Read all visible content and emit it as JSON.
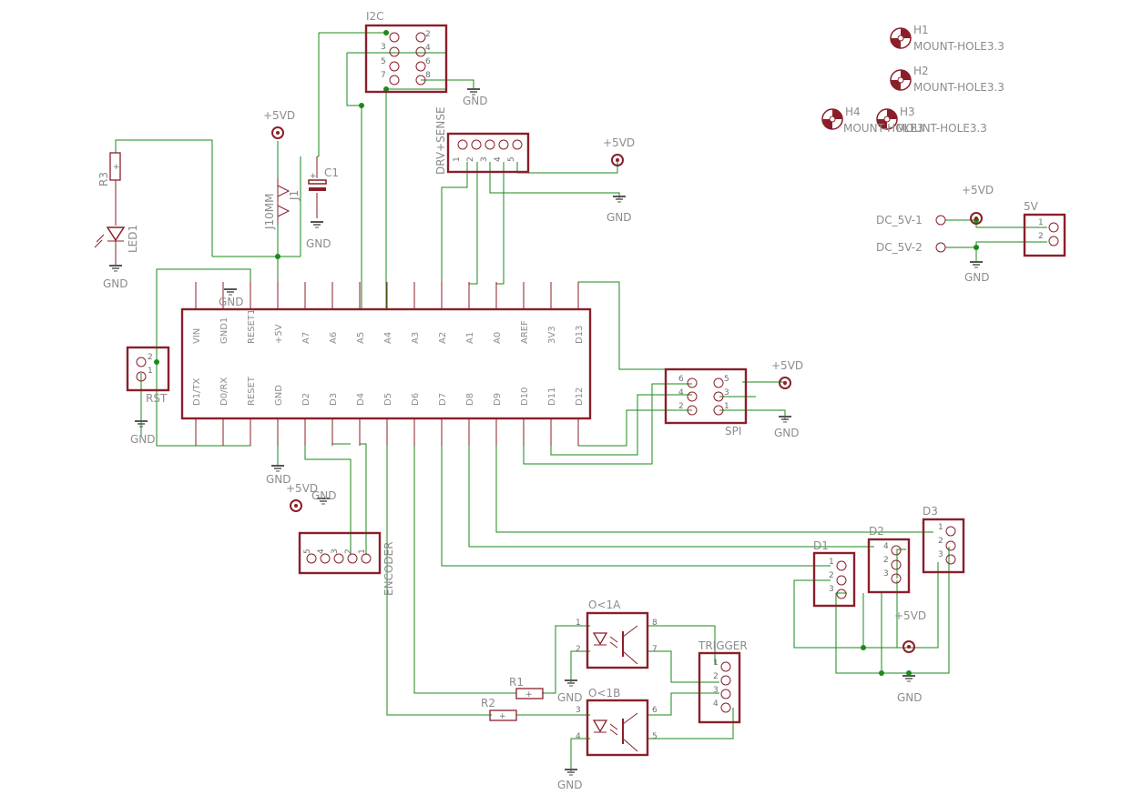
{
  "parts": {
    "i2c": "I2C",
    "drv_sense": "DRV+SENSE",
    "c1": "C1",
    "j1": "J1",
    "j10mm": "J10MM",
    "r3": "R3",
    "led1": "LED1",
    "rst": "RST",
    "spi": "SPI",
    "encoder": "ENCODER",
    "trigger": "TRIGGER",
    "r1": "R1",
    "r2": "R2",
    "ok1a": "O<1A",
    "ok1b": "O<1B",
    "d1": "D1",
    "d2": "D2",
    "d3": "D3",
    "h1": "H1",
    "h2": "H2",
    "h3": "H3",
    "h4": "H4",
    "mount1": "MOUNT-HOLE3.3",
    "mount2": "MOUNT-HOLE3.3",
    "mount3": "MOUNT-HOLE3.3",
    "mount4": "MOUNT-HOLE3",
    "conn5v": "5V",
    "dc1": "DC_5V-1",
    "dc2": "DC_5V-2"
  },
  "power": {
    "vcc": "+5VD",
    "gnd": "GND"
  },
  "arduino_top": [
    "VIN",
    "GND1",
    "RESET1",
    "+5V",
    "A7",
    "A6",
    "A5",
    "A4",
    "A3",
    "A2",
    "A1",
    "A0",
    "AREF",
    "3V3",
    "D13"
  ],
  "arduino_bottom": [
    "D1/TX",
    "D0/RX",
    "RESET",
    "GND",
    "D2",
    "D3",
    "D4",
    "D5",
    "D6",
    "D7",
    "D8",
    "D9",
    "D10",
    "D11",
    "D12"
  ],
  "pin_numbers": {
    "n1": "1",
    "n2": "2",
    "n3": "3",
    "n4": "4",
    "n5": "5",
    "n6": "6",
    "n7": "7",
    "n8": "8"
  }
}
